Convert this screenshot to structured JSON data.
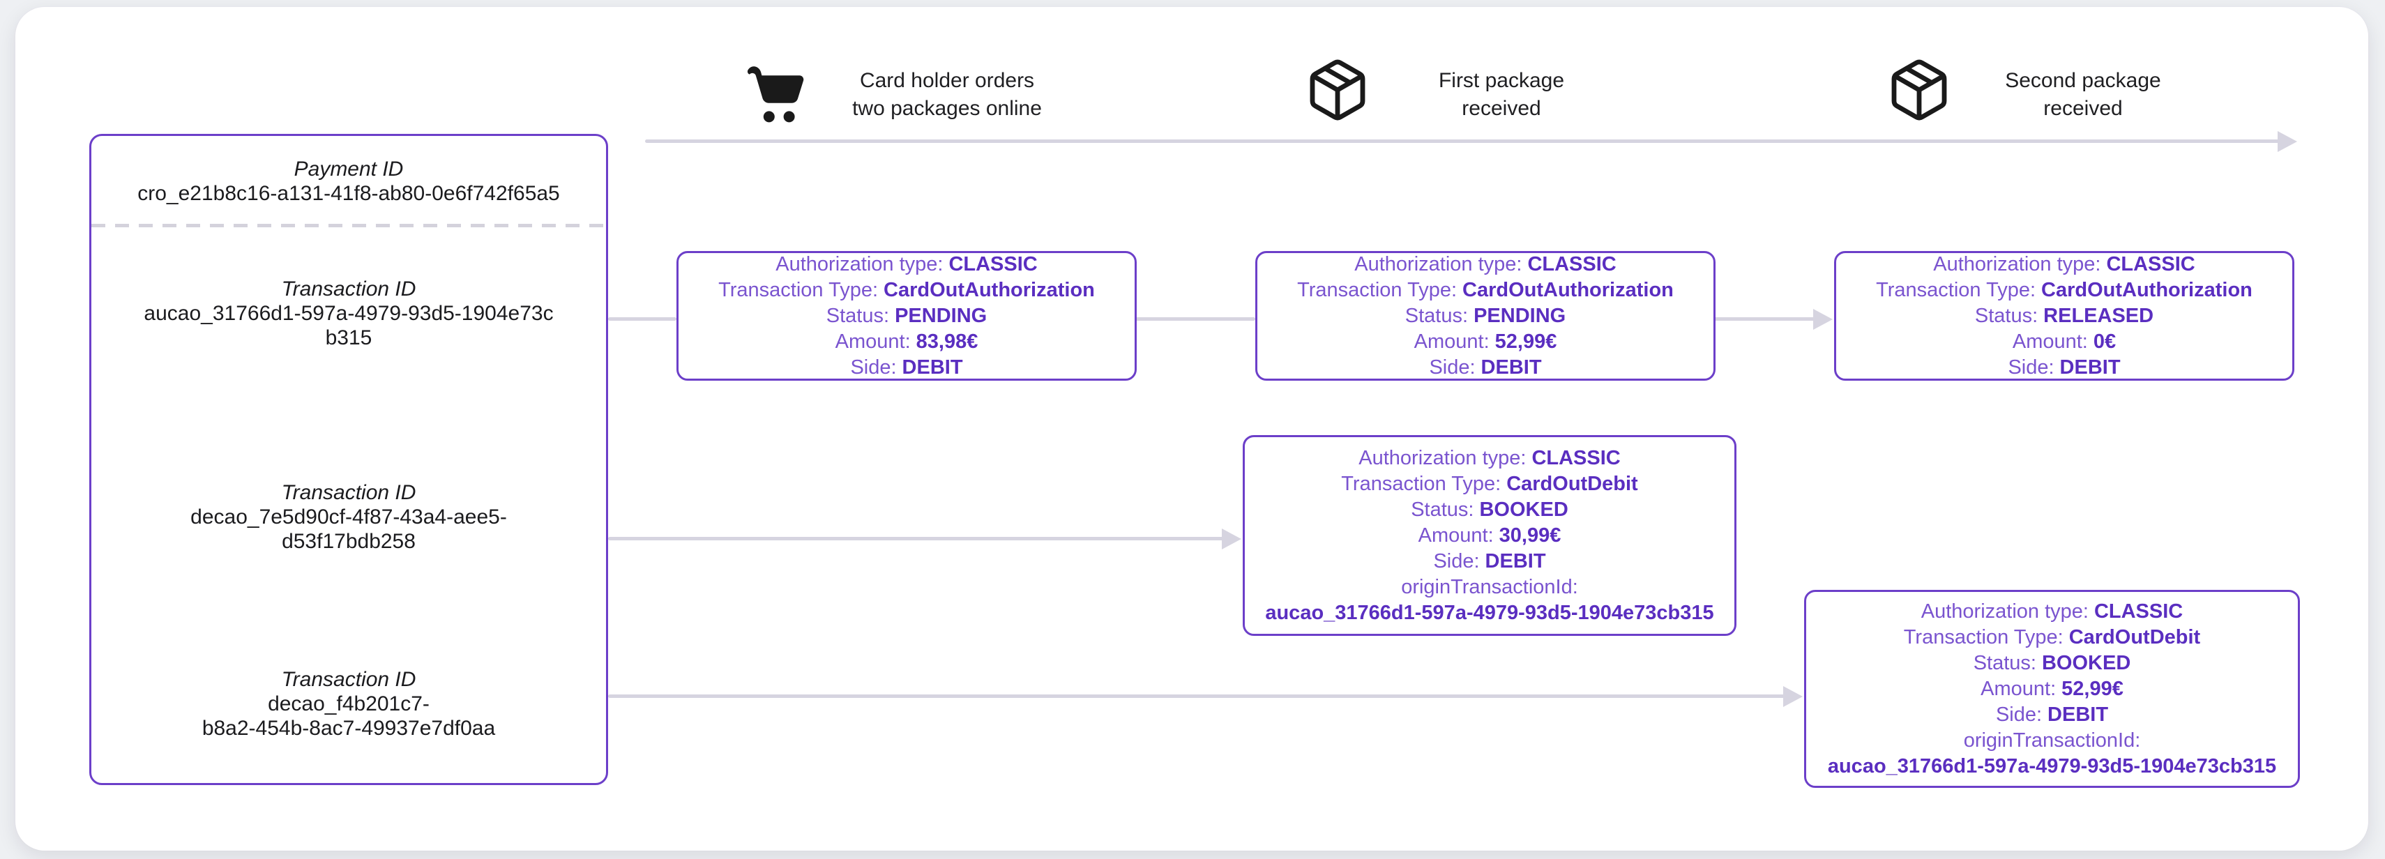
{
  "colors": {
    "accent_border": "#6c3fc9",
    "card_label_text": "#7a54cf",
    "card_value_text": "#5a2ec0",
    "connector_gray": "#d6d4e0",
    "panel_text": "#1b1b1e",
    "icon_black": "#1a1a1a"
  },
  "timeline": {
    "events": [
      {
        "icon": "shopping-cart-icon",
        "line1": "Card holder orders",
        "line2": "two packages online"
      },
      {
        "icon": "package-icon",
        "line1": "First package",
        "line2": "received"
      },
      {
        "icon": "package-icon",
        "line1": "Second package",
        "line2": "received"
      }
    ]
  },
  "payment_panel": {
    "payment_label": "Payment ID",
    "payment_id": "cro_e21b8c16-a131-41f8-ab80-0e6f742f65a5",
    "transactions": [
      {
        "label": "Transaction ID",
        "lines": [
          "aucao_31766d1-597a-4979-93d5-1904e73c",
          "b315"
        ]
      },
      {
        "label": "Transaction ID",
        "lines": [
          "decao_7e5d90cf-4f87-43a4-aee5-",
          "d53f17bdb258"
        ]
      },
      {
        "label": "Transaction ID",
        "lines": [
          "decao_f4b201c7-",
          "b8a2-454b-8ac7-49937e7df0aa"
        ]
      }
    ]
  },
  "cards": [
    {
      "name": "card-out-authorization-1",
      "fields": [
        {
          "label": "Authorization type:",
          "value": "CLASSIC"
        },
        {
          "label": "Transaction Type:",
          "value": "CardOutAuthorization"
        },
        {
          "label": "Status:",
          "value": "PENDING"
        },
        {
          "label": "Amount:",
          "value": "83,98€"
        },
        {
          "label": "Side:",
          "value": "DEBIT"
        }
      ]
    },
    {
      "name": "card-out-authorization-2",
      "fields": [
        {
          "label": "Authorization type:",
          "value": "CLASSIC"
        },
        {
          "label": "Transaction Type:",
          "value": "CardOutAuthorization"
        },
        {
          "label": "Status:",
          "value": "PENDING"
        },
        {
          "label": "Amount:",
          "value": "52,99€"
        },
        {
          "label": "Side:",
          "value": "DEBIT"
        }
      ]
    },
    {
      "name": "card-out-authorization-3",
      "fields": [
        {
          "label": "Authorization type:",
          "value": "CLASSIC"
        },
        {
          "label": "Transaction Type:",
          "value": "CardOutAuthorization"
        },
        {
          "label": "Status:",
          "value": "RELEASED"
        },
        {
          "label": "Amount:",
          "value": "0€"
        },
        {
          "label": "Side:",
          "value": "DEBIT"
        }
      ]
    },
    {
      "name": "card-out-debit-1",
      "fields": [
        {
          "label": "Authorization type:",
          "value": "CLASSIC"
        },
        {
          "label": "Transaction Type:",
          "value": "CardOutDebit"
        },
        {
          "label": "Status:",
          "value": "BOOKED"
        },
        {
          "label": "Amount:",
          "value": "30,99€"
        },
        {
          "label": "Side:",
          "value": "DEBIT"
        }
      ],
      "origin_label": "originTransactionId:",
      "origin_value": "aucao_31766d1-597a-4979-93d5-1904e73cb315"
    },
    {
      "name": "card-out-debit-2",
      "fields": [
        {
          "label": "Authorization type:",
          "value": "CLASSIC"
        },
        {
          "label": "Transaction Type:",
          "value": "CardOutDebit"
        },
        {
          "label": "Status:",
          "value": "BOOKED"
        },
        {
          "label": "Amount:",
          "value": "52,99€"
        },
        {
          "label": "Side:",
          "value": "DEBIT"
        }
      ],
      "origin_label": "originTransactionId:",
      "origin_value": "aucao_31766d1-597a-4979-93d5-1904e73cb315"
    }
  ]
}
